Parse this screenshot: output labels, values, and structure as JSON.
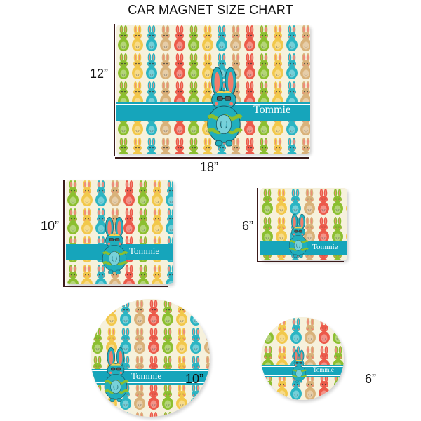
{
  "title": "CAR MAGNET SIZE CHART",
  "personalization": "Tommie",
  "colors": {
    "background": "#f6f1dc",
    "banner": "#16a5bb",
    "dimension_line": "#3a1a1a",
    "bunny_teal": "#2bb5c3",
    "bunny_green": "#8cbf2f",
    "bunny_red": "#ec5a4a",
    "bunny_tan": "#d9b27a",
    "bunny_yellow": "#f2c84b"
  },
  "magnets": [
    {
      "id": "rect-18x12",
      "shape": "rectangle",
      "width_label": "18”",
      "height_label": "12”",
      "text": "Tommie"
    },
    {
      "id": "square-10",
      "shape": "square",
      "height_label": "10”",
      "text": "Tommie"
    },
    {
      "id": "square-6",
      "shape": "square",
      "height_label": "6”",
      "text": "Tommie"
    },
    {
      "id": "circle-10",
      "shape": "circle",
      "size_label": "10”",
      "text": "Tommie"
    },
    {
      "id": "circle-6",
      "shape": "circle",
      "size_label": "6”",
      "text": "Tommie"
    }
  ]
}
